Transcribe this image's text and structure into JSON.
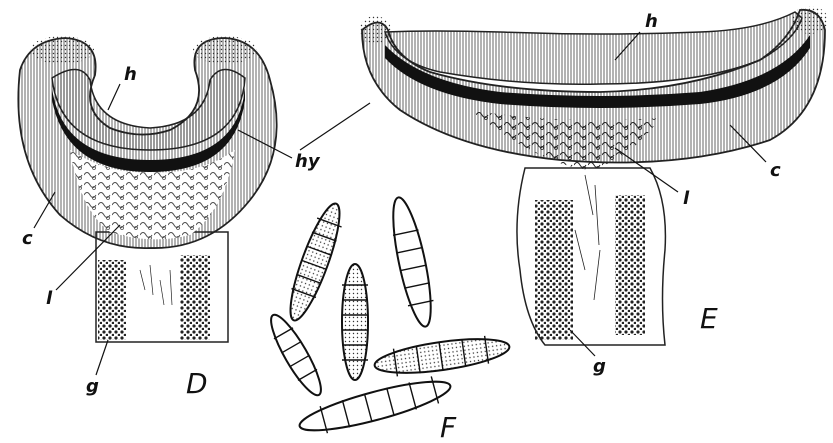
{
  "figure": {
    "panels": {
      "d": "D",
      "e": "E",
      "f": "F"
    },
    "labels": {
      "h": "h",
      "hy": "hy",
      "c": "c",
      "l": "l",
      "g": "g"
    },
    "colors": {
      "ink": "#111111",
      "paper": "#ffffff",
      "gonidia": "#333333"
    }
  }
}
